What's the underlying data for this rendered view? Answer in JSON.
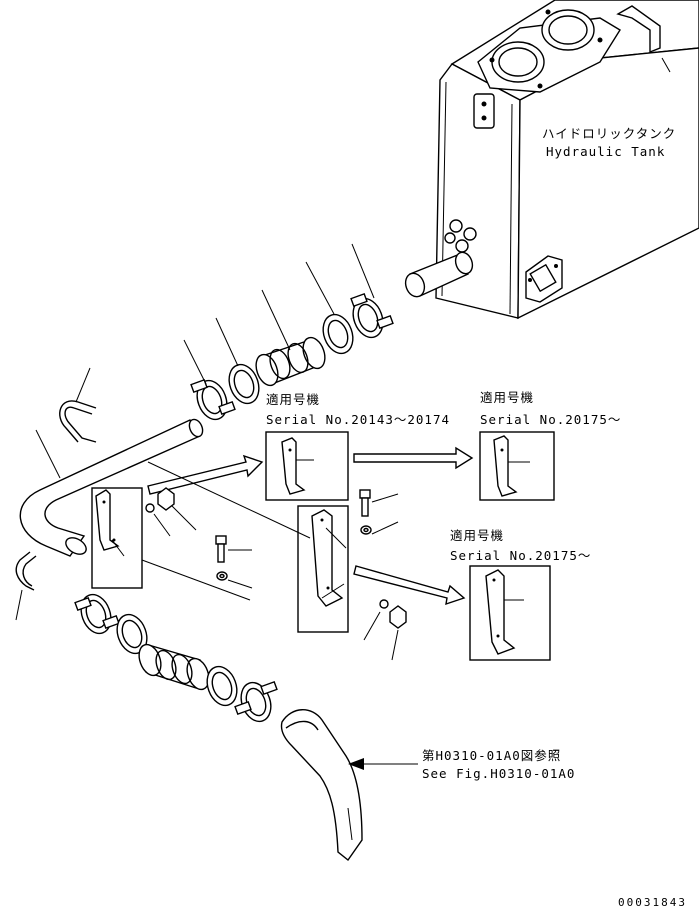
{
  "tank": {
    "label_jp": "ハイドロリックタンク",
    "label_en": "Hydraulic Tank"
  },
  "callouts": [
    {
      "label_jp": "適用号機",
      "serial": "Serial No.20143～20174"
    },
    {
      "label_jp": "適用号機",
      "serial": "Serial No.20175～"
    },
    {
      "label_jp": "適用号機",
      "serial": "Serial No.20175～"
    }
  ],
  "reference": {
    "label_jp": "第H0310-01A0図参照",
    "label_en": "See Fig.H0310-01A0"
  },
  "drawing_number": "00031843"
}
